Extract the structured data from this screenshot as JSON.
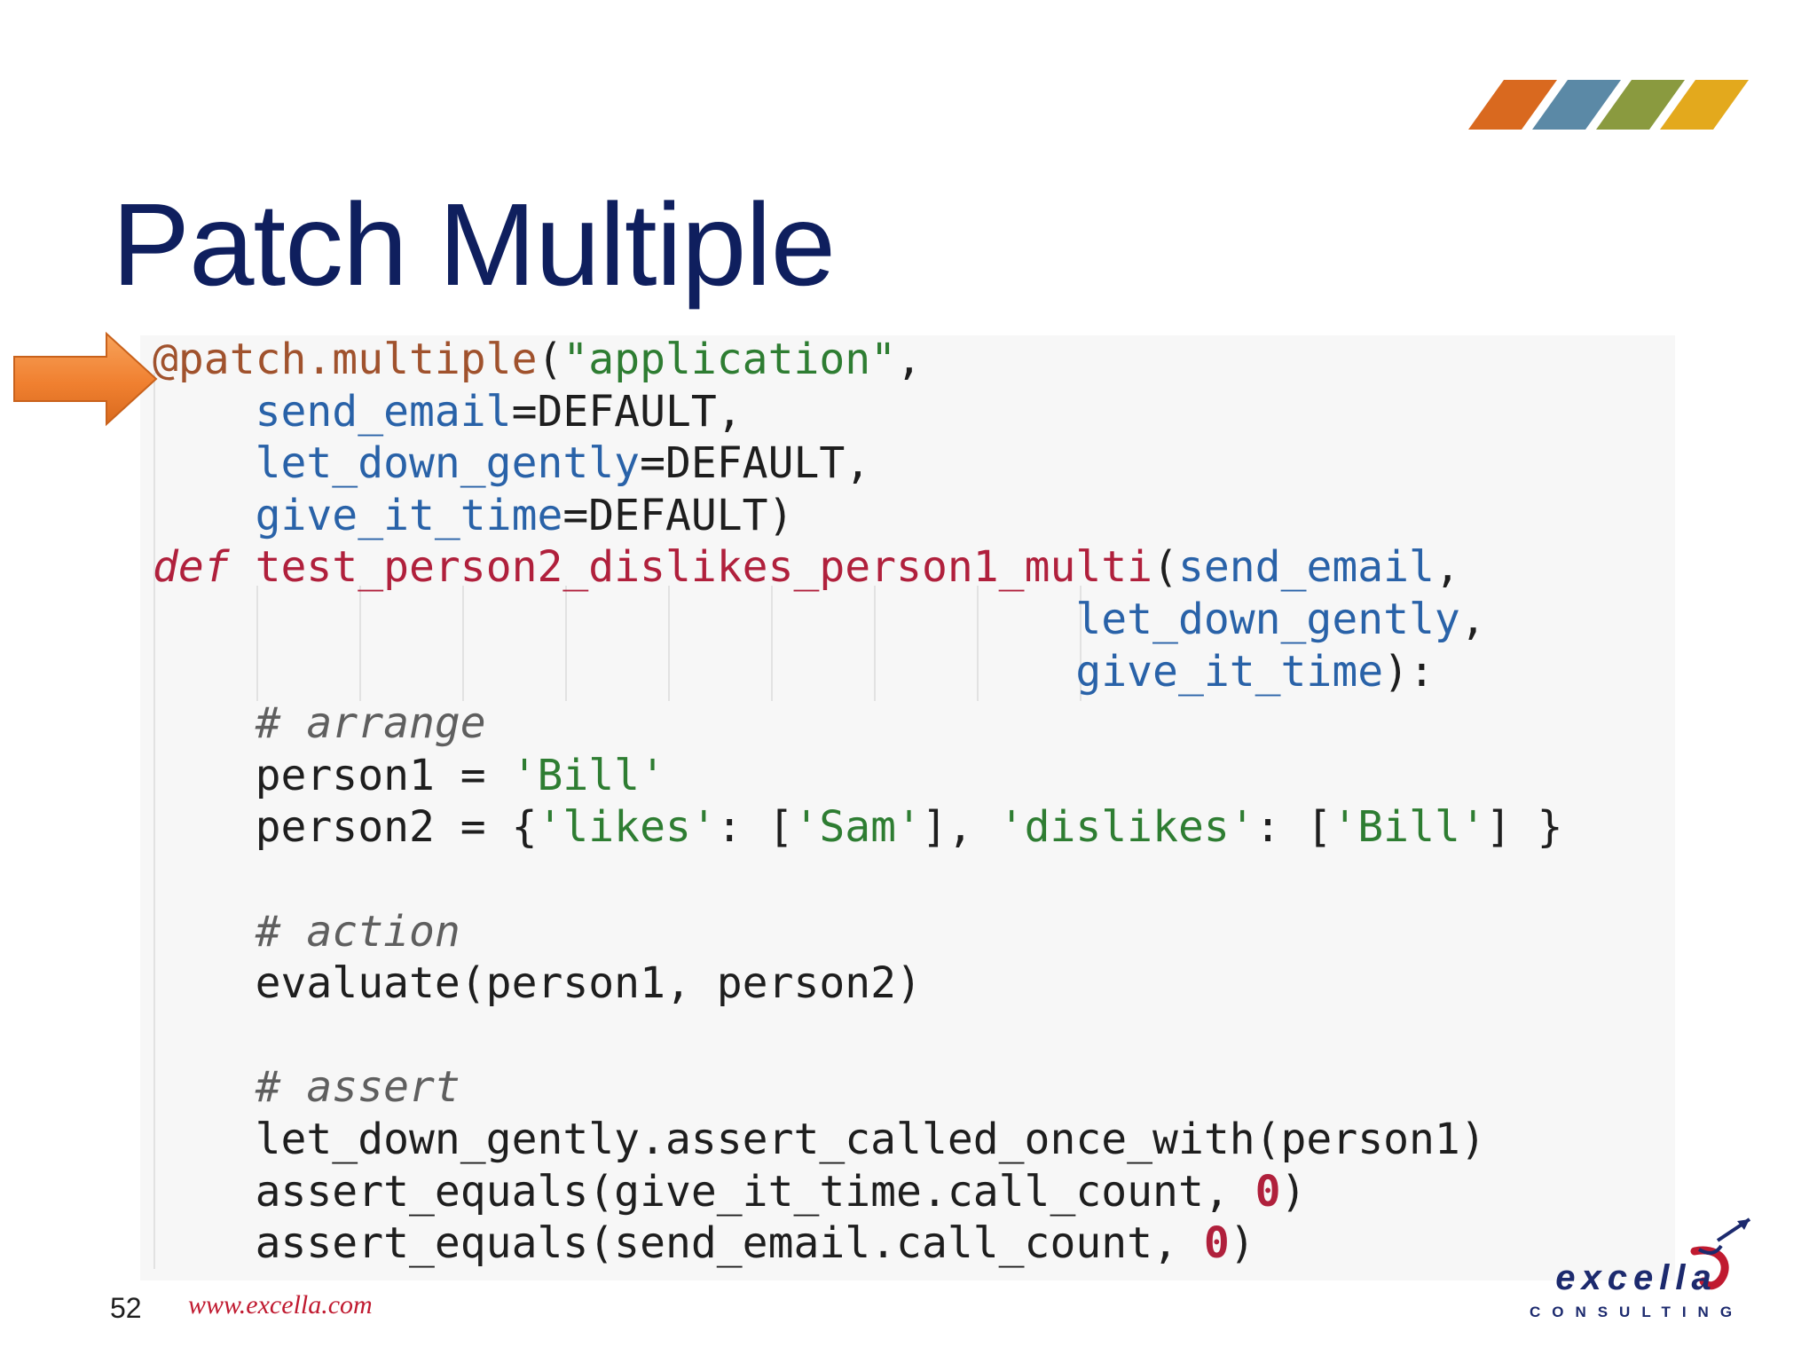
{
  "slide": {
    "title": "Patch Multiple",
    "page_number": "52",
    "website": "www.excella.com",
    "stripe_colors": [
      "#d9691f",
      "#5b89a6",
      "#8a9a3f",
      "#e3a91d"
    ],
    "arrow_color": "#f08030"
  },
  "code": {
    "lines": [
      [
        {
          "t": "@patch.multiple",
          "c": "dec"
        },
        {
          "t": "(",
          "c": "p"
        },
        {
          "t": "\"application\"",
          "c": "str"
        },
        {
          "t": ",",
          "c": "p"
        }
      ],
      [
        {
          "t": "    ",
          "c": "p"
        },
        {
          "t": "send_email",
          "c": "arg"
        },
        {
          "t": "=",
          "c": "p"
        },
        {
          "t": "DEFAULT",
          "c": "p"
        },
        {
          "t": ",",
          "c": "p"
        }
      ],
      [
        {
          "t": "    ",
          "c": "p"
        },
        {
          "t": "let_down_gently",
          "c": "arg"
        },
        {
          "t": "=",
          "c": "p"
        },
        {
          "t": "DEFAULT",
          "c": "p"
        },
        {
          "t": ",",
          "c": "p"
        }
      ],
      [
        {
          "t": "    ",
          "c": "p"
        },
        {
          "t": "give_it_time",
          "c": "arg"
        },
        {
          "t": "=",
          "c": "p"
        },
        {
          "t": "DEFAULT",
          "c": "p"
        },
        {
          "t": ")",
          "c": "p"
        }
      ],
      [
        {
          "t": "def",
          "c": "kw"
        },
        {
          "t": " ",
          "c": "p"
        },
        {
          "t": "test_person2_dislikes_person1_multi",
          "c": "fn"
        },
        {
          "t": "(",
          "c": "p"
        },
        {
          "t": "send_email",
          "c": "arg"
        },
        {
          "t": ",",
          "c": "p"
        }
      ],
      [
        {
          "t": "                                    ",
          "c": "p"
        },
        {
          "t": "let_down_gently",
          "c": "arg"
        },
        {
          "t": ",",
          "c": "p"
        }
      ],
      [
        {
          "t": "                                    ",
          "c": "p"
        },
        {
          "t": "give_it_time",
          "c": "arg"
        },
        {
          "t": "):",
          "c": "p"
        }
      ],
      [
        {
          "t": "    ",
          "c": "p"
        },
        {
          "t": "# arrange",
          "c": "com"
        }
      ],
      [
        {
          "t": "    person1 = ",
          "c": "p"
        },
        {
          "t": "'Bill'",
          "c": "str"
        }
      ],
      [
        {
          "t": "    person2 = {",
          "c": "p"
        },
        {
          "t": "'likes'",
          "c": "str"
        },
        {
          "t": ": [",
          "c": "p"
        },
        {
          "t": "'Sam'",
          "c": "str"
        },
        {
          "t": "], ",
          "c": "p"
        },
        {
          "t": "'dislikes'",
          "c": "str"
        },
        {
          "t": ": [",
          "c": "p"
        },
        {
          "t": "'Bill'",
          "c": "str"
        },
        {
          "t": "] }",
          "c": "p"
        }
      ],
      [],
      [
        {
          "t": "    ",
          "c": "p"
        },
        {
          "t": "# action",
          "c": "com"
        }
      ],
      [
        {
          "t": "    evaluate(person1, person2)",
          "c": "p"
        }
      ],
      [],
      [
        {
          "t": "    ",
          "c": "p"
        },
        {
          "t": "# assert",
          "c": "com"
        }
      ],
      [
        {
          "t": "    let_down_gently.assert_called_once_with(person1)",
          "c": "p"
        }
      ],
      [
        {
          "t": "    assert_equals(give_it_time.call_count, ",
          "c": "p"
        },
        {
          "t": "0",
          "c": "num"
        },
        {
          "t": ")",
          "c": "p"
        }
      ],
      [
        {
          "t": "    assert_equals(send_email.call_count, ",
          "c": "p"
        },
        {
          "t": "0",
          "c": "num"
        },
        {
          "t": ")",
          "c": "p"
        }
      ]
    ]
  },
  "logo": {
    "wordmark": "excella",
    "tagline": "CONSULTING"
  }
}
